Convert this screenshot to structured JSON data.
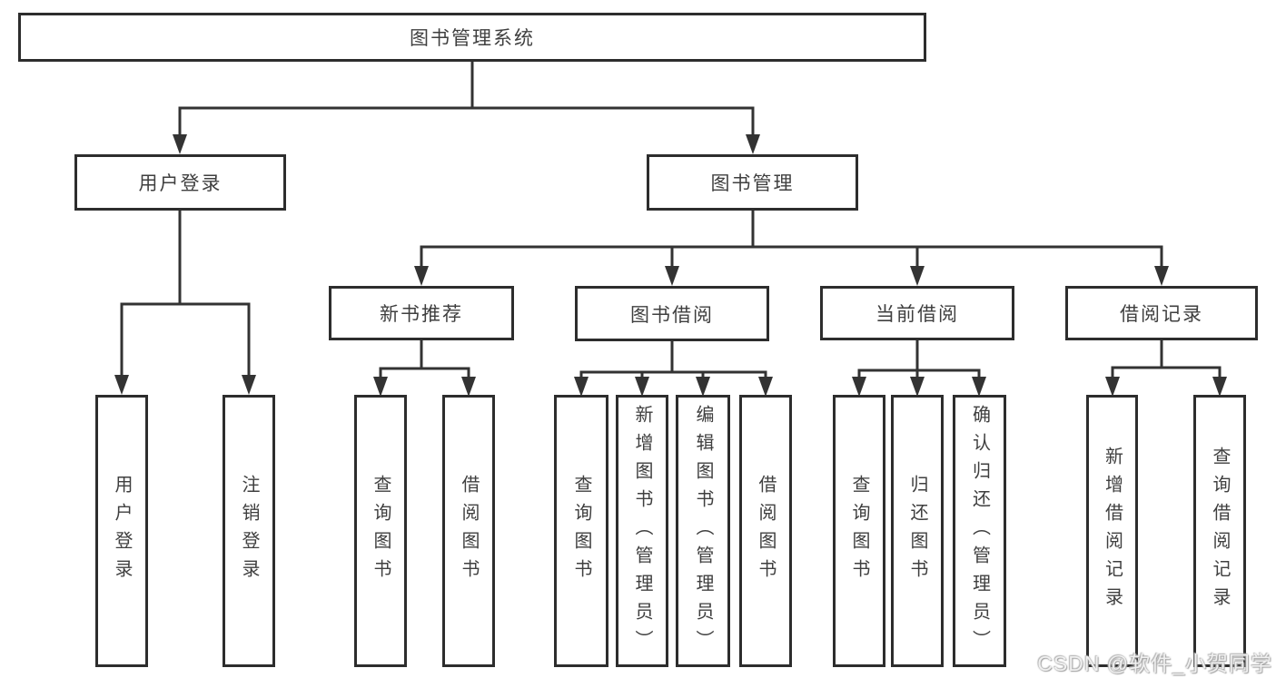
{
  "nodes": {
    "root": "图书管理系统",
    "user_login": "用户登录",
    "book_mgmt": "图书管理",
    "new_book_rec": "新书推荐",
    "book_borrow": "图书借阅",
    "current_borrow": "当前借阅",
    "borrow_records": "借阅记录"
  },
  "leaves": {
    "user_login": [
      "用户登录",
      "注销登录"
    ],
    "new_book_rec": [
      "查询图书",
      "借阅图书"
    ],
    "book_borrow": [
      "查询图书",
      "新增图书（管理员）",
      "编辑图书（管理员）",
      "借阅图书"
    ],
    "current_borrow": [
      "查询图书",
      "归还图书",
      "确认归还（管理员）"
    ],
    "borrow_records": [
      "新增借阅记录",
      "查询借阅记录"
    ]
  },
  "watermark": "CSDN @软件_小贺同学",
  "colors": {
    "line": "#333333",
    "box_border": "#2d2d2d",
    "text": "#3f3f3f",
    "background": "#ffffff",
    "watermark_text": "#f0f0f0"
  }
}
